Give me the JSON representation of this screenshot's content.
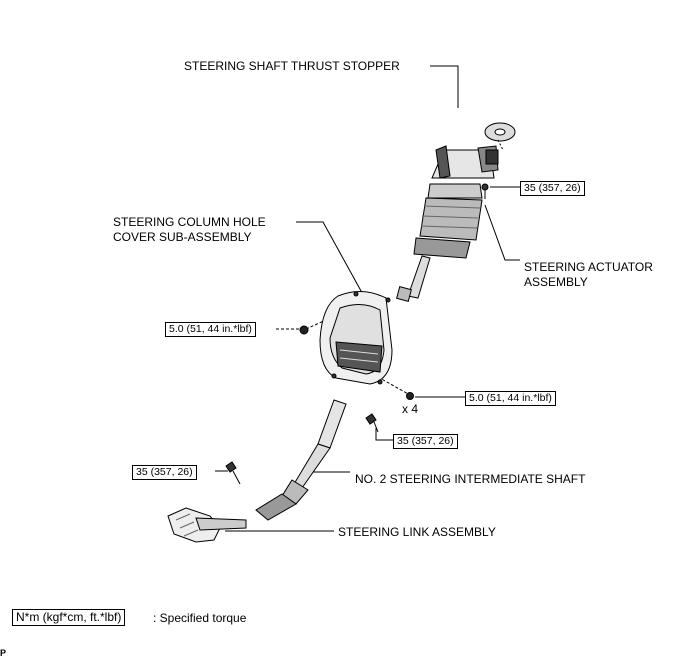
{
  "labels": {
    "thrust_stopper": "STEERING SHAFT THRUST STOPPER",
    "hole_cover_line1": "STEERING COLUMN HOLE",
    "hole_cover_line2": "COVER SUB-ASSEMBLY",
    "actuator_line1": "STEERING ACTUATOR",
    "actuator_line2": "ASSEMBLY",
    "intermediate_shaft": "NO. 2 STEERING INTERMEDIATE SHAFT",
    "link_assembly": "STEERING LINK ASSEMBLY"
  },
  "torques": {
    "actuator_bolt": "35 (357, 26)",
    "cover_nut_left": "5.0 (51, 44 in.*lbf)",
    "cover_nut_right": "5.0 (51, 44 in.*lbf)",
    "shaft_bolt_upper": "35 (357, 26)",
    "shaft_bolt_lower": "35 (357, 26)"
  },
  "quantity": "x 4",
  "legend": {
    "unit": "N*m (kgf*cm, ft.*lbf)",
    "description": ": Specified torque"
  },
  "corner_mark": "P"
}
